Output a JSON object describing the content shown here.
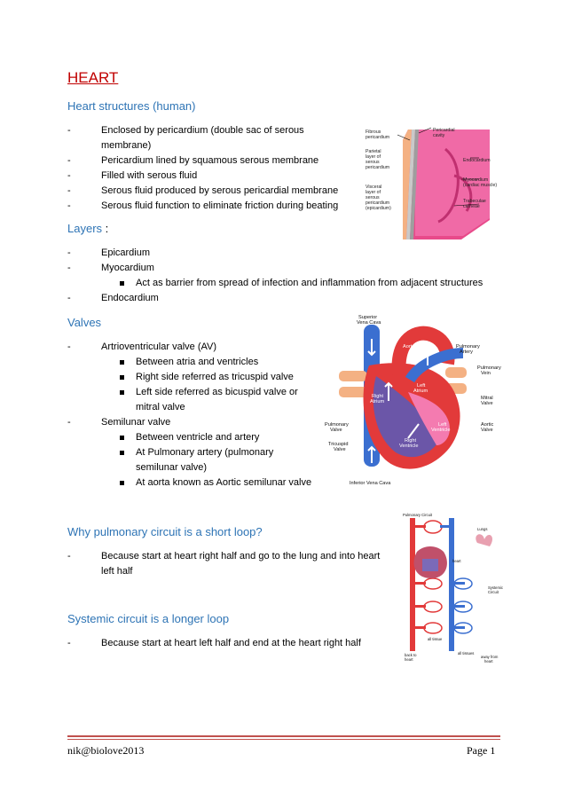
{
  "title": "HEART",
  "sections": {
    "structures": {
      "heading": "Heart structures (human)",
      "items": [
        "Enclosed by pericardium (double sac of serous",
        "membrane)",
        "Pericardium lined by squamous serous membrane",
        "Filled with serous fluid",
        "Serous fluid produced by serous pericardial membrane",
        "Serous fluid function to  eliminate friction during beating"
      ]
    },
    "layers": {
      "heading": "Layers",
      "heading_suffix": " :",
      "items": [
        "Epicardium",
        "Myocardium",
        "Endocardium"
      ],
      "sub": "Act as barrier from spread of infection and inflammation from adjacent structures"
    },
    "valves": {
      "heading": "Valves",
      "av": "Artrioventricular valve (AV)",
      "av_sub": [
        "Between atria and ventricles",
        "Right side referred as tricuspid valve",
        "Left side referred as bicuspid valve or",
        "mitral valve"
      ],
      "semilunar": "Semilunar valve",
      "semilunar_sub": [
        "Between ventricle and artery",
        "At Pulmonary artery (pulmonary",
        "semilunar valve)",
        "At aorta known as Aortic semilunar valve"
      ]
    },
    "pulmonary": {
      "heading": "Why pulmonary circuit is a short loop?",
      "items": [
        "Because start at heart right half and go to the lung and into heart",
        "left half"
      ]
    },
    "systemic": {
      "heading": "Systemic circuit is a longer loop",
      "items": [
        "Because start at heart left half and end at the heart right half"
      ]
    }
  },
  "bullet_dash": "-",
  "fig_pericardium": {
    "labels": [
      "Fibrous",
      "pericardium",
      "Parietal",
      "layer of",
      "serous",
      "pericardium",
      "Visceral",
      "layer of",
      "serous",
      "pericardium",
      "(epicardium)",
      "Pericardial",
      "cavity",
      "Endocardium",
      "Myocardium",
      "(cardiac muscle)",
      "Trabeculae",
      "carneae"
    ]
  },
  "fig_heart": {
    "labels": [
      "Superior",
      "Vena Cava",
      "Aorta",
      "Pulmonary",
      "Artery",
      "Pulmonary",
      "Vein",
      "Left",
      "Atrium",
      "Right",
      "Atrium",
      "Mitral",
      "Valve",
      "Left",
      "Ventricle",
      "Aortic",
      "Valve",
      "Pulmonary",
      "Valve",
      "Tricuspid",
      "Valve",
      "Right",
      "Ventricle",
      "Inferior Vena Cava"
    ]
  },
  "fig_circuit": {
    "labels": [
      "Pulmonary Circuit",
      "Lungs",
      "heart",
      "Systemic",
      "Circuit",
      "all tissue",
      "all tissues",
      "back to",
      "heart",
      "away from",
      "heart"
    ]
  },
  "footer": {
    "left": "nik@biolove2013",
    "right": "Page 1"
  },
  "colors": {
    "title": "#c00000",
    "heading": "#2e74b5",
    "footer_line": "#c0504d"
  }
}
